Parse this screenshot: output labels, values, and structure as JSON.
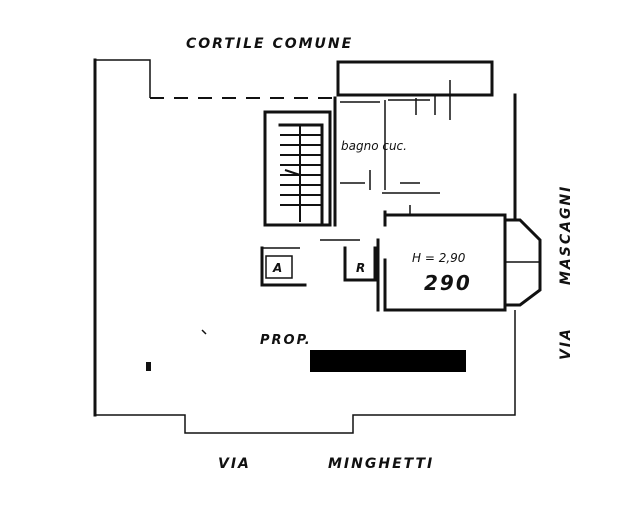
{
  "labels": {
    "top_street": "CORTILE COMUNE",
    "bottom_street_left": "VIA",
    "bottom_street_right": "MINGHETTI",
    "right_street_upper": "MASCAGNI",
    "right_street_lower": "VIA",
    "property": "PROP.",
    "room_label": "bagno cuc.",
    "height_note": "H = 2,90",
    "room_number": "290",
    "marker_a": "A",
    "marker_r": "R"
  },
  "colors": {
    "ink": "#111111",
    "redaction": "#000000",
    "background": "#ffffff"
  }
}
